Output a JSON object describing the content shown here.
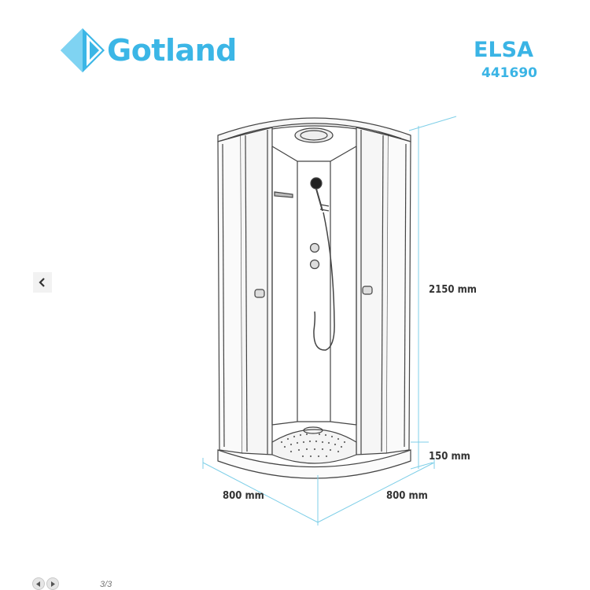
{
  "brand": {
    "name": "Gotland"
  },
  "product": {
    "model": "ELSA",
    "code": "441690"
  },
  "dimensions": {
    "height": "2150 mm",
    "base": "150 mm",
    "width_left": "800 mm",
    "width_right": "800 mm"
  },
  "gallery": {
    "counter": "3/3"
  },
  "icons": {
    "prev": "chevron-left-icon",
    "nav_prev": "triangle-left-icon",
    "nav_next": "triangle-right-icon"
  },
  "colors": {
    "brand_blue": "#3bb6e6",
    "dimension_line": "#7fcfe8"
  }
}
